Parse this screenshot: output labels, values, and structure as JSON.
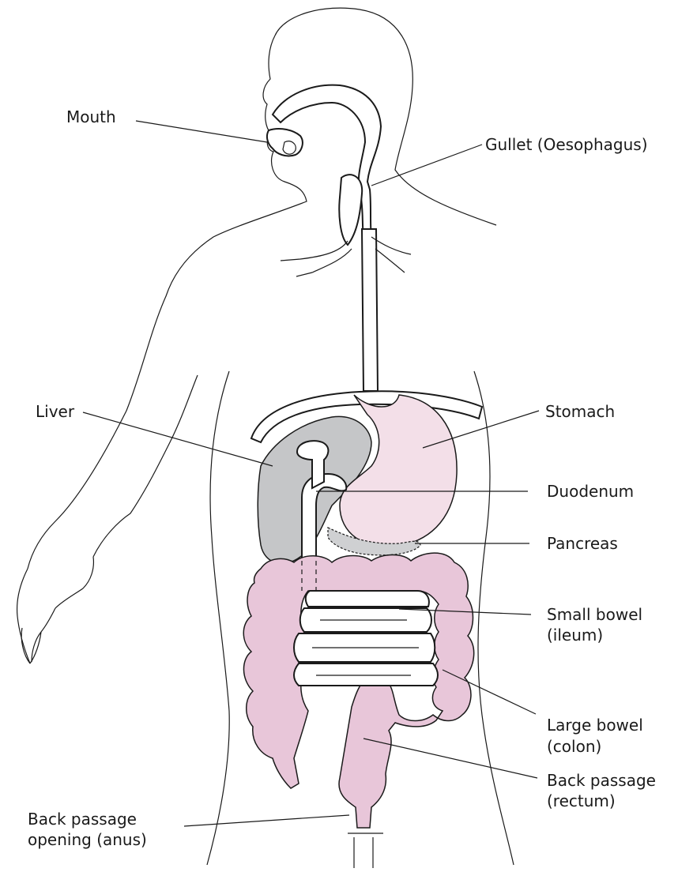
{
  "labels": {
    "mouth": "Mouth",
    "gullet": "Gullet (Oesophagus)",
    "liver": "Liver",
    "stomach": "Stomach",
    "duodenum": "Duodenum",
    "pancreas": "Pancreas",
    "small_bowel_1": "Small bowel",
    "small_bowel_2": "(ileum)",
    "large_bowel_1": "Large bowel",
    "large_bowel_2": "(colon)",
    "anus_1": "Back passage",
    "anus_2": "opening (anus)",
    "rectum_1": "Back passage",
    "rectum_2": "(rectum)"
  },
  "colors": {
    "liver": "#c5c6c8",
    "stomach": "#f3dfe8",
    "colon": "#e8c6d9",
    "pancreas": "#cfd0d2",
    "outline": "#1a1a1a"
  }
}
